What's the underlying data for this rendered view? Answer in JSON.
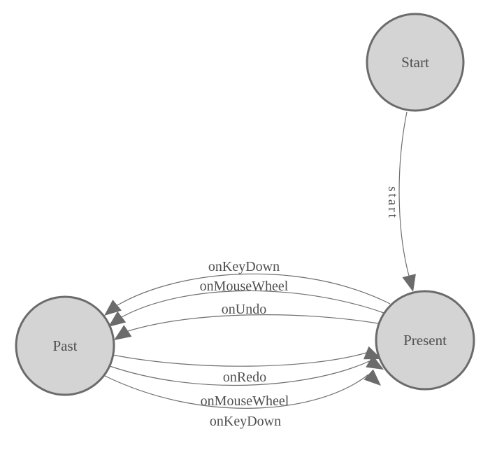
{
  "diagram": {
    "type": "state-machine",
    "nodes": [
      {
        "id": "start",
        "label": "Start"
      },
      {
        "id": "past",
        "label": "Past"
      },
      {
        "id": "present",
        "label": "Present"
      }
    ],
    "edges": [
      {
        "from": "Start",
        "to": "Present",
        "label": "start"
      },
      {
        "from": "Present",
        "to": "Past",
        "label": "onKeyDown"
      },
      {
        "from": "Present",
        "to": "Past",
        "label": "onMouseWheel"
      },
      {
        "from": "Present",
        "to": "Past",
        "label": "onUndo"
      },
      {
        "from": "Past",
        "to": "Present",
        "label": "onRedo"
      },
      {
        "from": "Past",
        "to": "Present",
        "label": "onMouseWheel"
      },
      {
        "from": "Past",
        "to": "Present",
        "label": "onKeyDown"
      }
    ],
    "colors": {
      "background": "#ffffff",
      "node_fill": "#d4d4d4",
      "node_stroke": "#6b6b6b",
      "edge_stroke": "#6f6f6f",
      "arrow_fill": "#6b6b6b",
      "text": "#4f4f4f"
    }
  }
}
